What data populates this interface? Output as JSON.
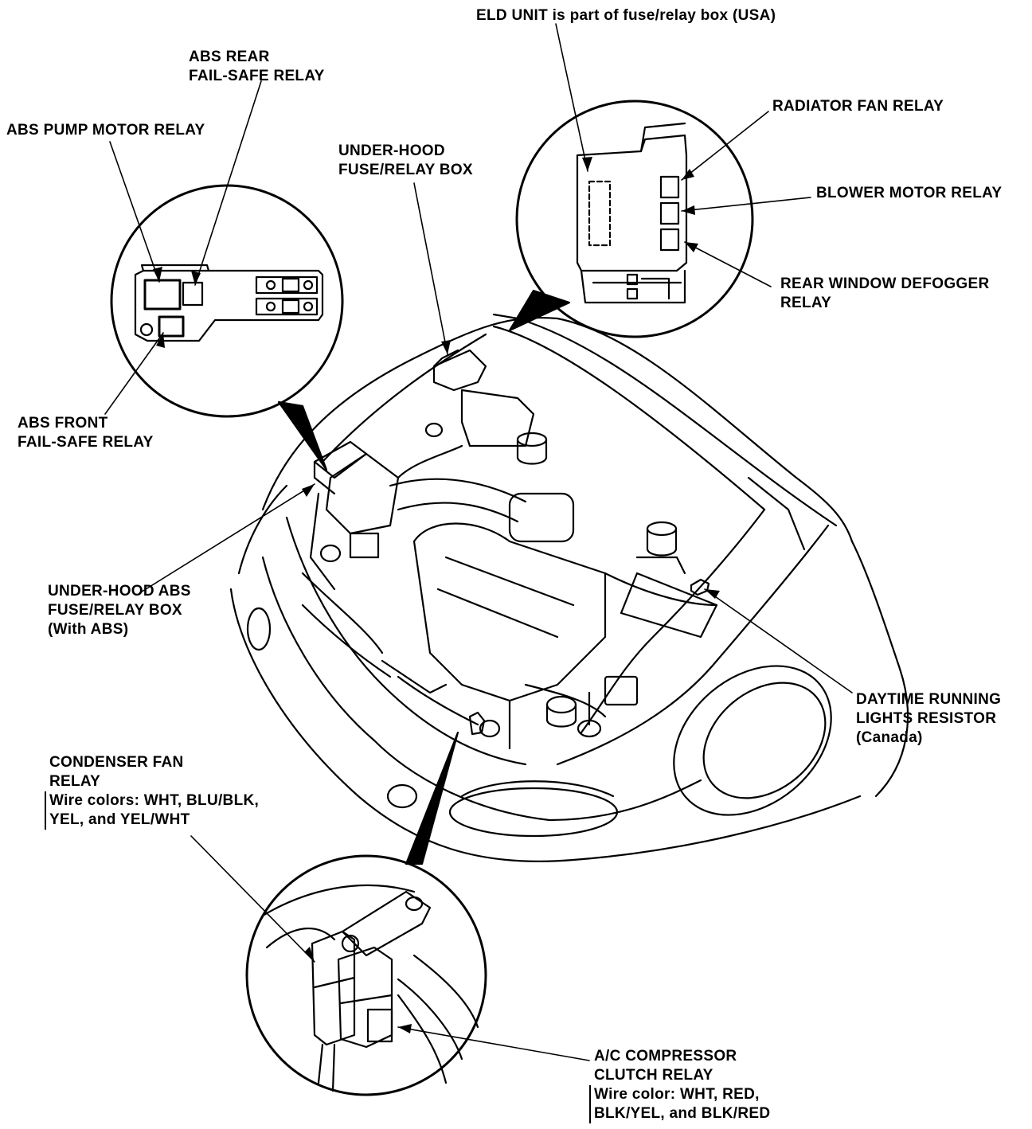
{
  "labels": {
    "eld_unit": "ELD UNIT is part of fuse/relay box (USA)",
    "abs_rear_failsafe": [
      "ABS REAR",
      "FAIL-SAFE RELAY"
    ],
    "abs_pump_motor": "ABS PUMP MOTOR RELAY",
    "underhood_fuse_box": [
      "UNDER-HOOD",
      "FUSE/RELAY BOX"
    ],
    "radiator_fan": "RADIATOR FAN RELAY",
    "blower_motor": "BLOWER MOTOR RELAY",
    "rear_window_defogger": [
      "REAR WINDOW DEFOGGER",
      "RELAY"
    ],
    "abs_front_failsafe": [
      "ABS FRONT",
      "FAIL-SAFE RELAY"
    ],
    "underhood_abs_box": [
      "UNDER-HOOD ABS",
      "FUSE/RELAY BOX",
      "(With ABS)"
    ],
    "drl_resistor": [
      "DAYTIME RUNNING",
      "LIGHTS RESISTOR",
      "(Canada)"
    ],
    "condenser_fan": [
      "CONDENSER FAN",
      "RELAY",
      "Wire colors: WHT, BLU/BLK,",
      "YEL, and YEL/WHT"
    ],
    "ac_compressor": [
      "A/C COMPRESSOR",
      "CLUTCH RELAY",
      "Wire color: WHT, RED,",
      "BLK/YEL, and BLK/RED"
    ]
  },
  "colors": {
    "ink": "#000000",
    "paper": "#ffffff"
  }
}
